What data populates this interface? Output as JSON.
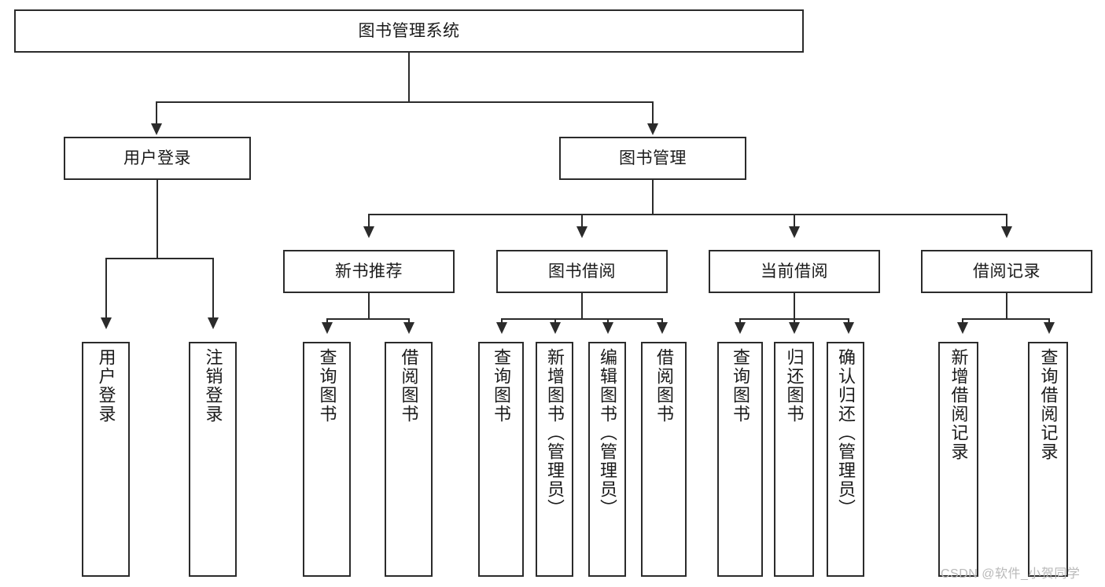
{
  "diagram": {
    "title": "图书管理系统",
    "type": "tree-hierarchy",
    "root": {
      "label": "图书管理系统"
    },
    "level2": [
      {
        "label": "用户登录"
      },
      {
        "label": "图书管理"
      }
    ],
    "level3": [
      {
        "label": "新书推荐"
      },
      {
        "label": "图书借阅"
      },
      {
        "label": "当前借阅"
      },
      {
        "label": "借阅记录"
      }
    ],
    "leaves": [
      {
        "label": "用户登录",
        "parent": "用户登录"
      },
      {
        "label": "注销登录",
        "parent": "用户登录"
      },
      {
        "label": "查询图书",
        "parent": "新书推荐"
      },
      {
        "label": "借阅图书",
        "parent": "新书推荐"
      },
      {
        "label": "查询图书",
        "parent": "图书借阅"
      },
      {
        "label": "新增图书（管理员）",
        "parent": "图书借阅"
      },
      {
        "label": "编辑图书（管理员）",
        "parent": "图书借阅"
      },
      {
        "label": "借阅图书",
        "parent": "图书借阅"
      },
      {
        "label": "查询图书",
        "parent": "当前借阅"
      },
      {
        "label": "归还图书",
        "parent": "当前借阅"
      },
      {
        "label": "确认归还（管理员）",
        "parent": "当前借阅"
      },
      {
        "label": "新增借阅记录",
        "parent": "借阅记录"
      },
      {
        "label": "查询借阅记录",
        "parent": "借阅记录"
      }
    ]
  },
  "watermark": {
    "text": "CSDN @软件_小贺同学"
  },
  "colors": {
    "stroke": "#2b2b2b",
    "background": "#ffffff",
    "text": "#1a1a1a",
    "watermark": "#b9b9b9"
  }
}
